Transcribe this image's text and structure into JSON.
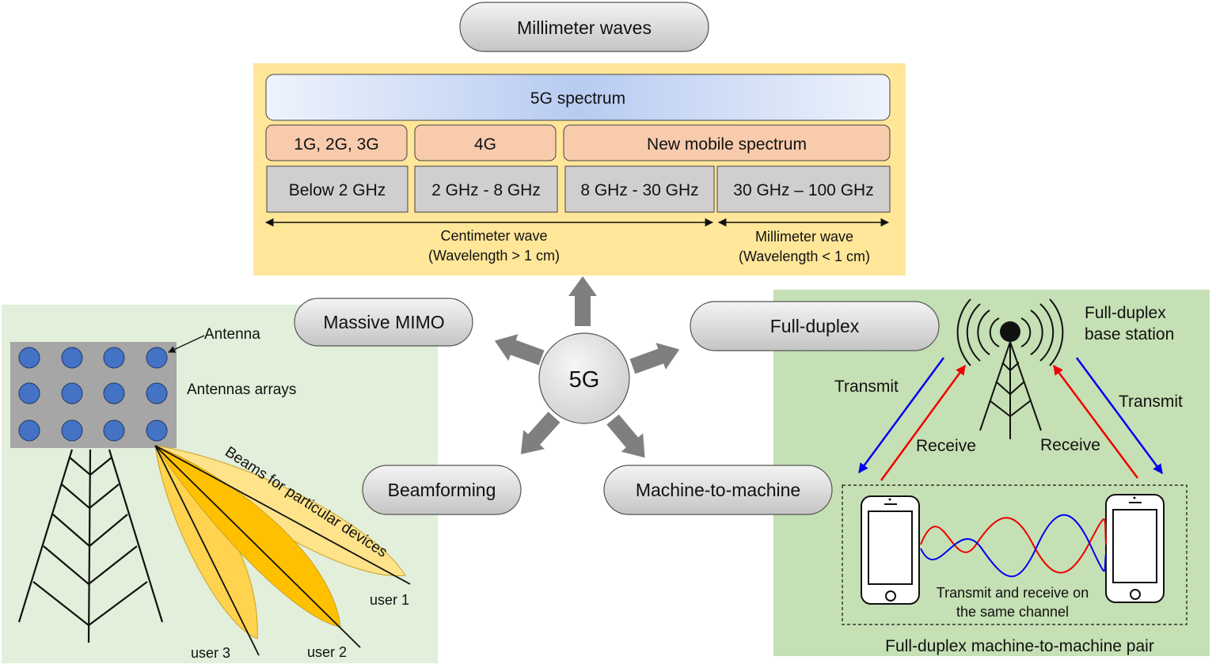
{
  "pills": {
    "mmwave": "Millimeter waves",
    "mimo": "Massive MIMO",
    "fullduplex": "Full-duplex",
    "beamforming": "Beamforming",
    "m2m": "Machine-to-machine"
  },
  "center": {
    "label": "5G"
  },
  "spectrum": {
    "header": "5G spectrum",
    "gens": [
      "1G, 2G, 3G",
      "4G",
      "New mobile spectrum"
    ],
    "bands": [
      "Below 2 GHz",
      "2 GHz - 8 GHz",
      "8 GHz - 30 GHz",
      "30 GHz – 100 GHz"
    ],
    "cm_wave": {
      "line1": "Centimeter wave",
      "line2": "(Wavelength > 1 cm)"
    },
    "mm_wave": {
      "line1": "Millimeter wave",
      "line2": "(Wavelength < 1 cm)"
    }
  },
  "mimo_panel": {
    "antenna_label": "Antenna",
    "arrays_label": "Antennas arrays",
    "beams_label": "Beams for particular devices",
    "users": [
      "user 1",
      "user 2",
      "user 3"
    ]
  },
  "fd_panel": {
    "base_station_line1": "Full-duplex",
    "base_station_line2": "base station",
    "transmit_left": "Transmit",
    "transmit_right": "Transmit",
    "receive_left": "Receive",
    "receive_right": "Receive",
    "channel_line1": "Transmit and receive on",
    "channel_line2": "the same channel",
    "pair_label": "Full-duplex machine-to-machine pair"
  },
  "colors": {
    "spectrum_bg": "#ffe699",
    "gen_fill": "#f8cbad",
    "band_fill": "#d0cece",
    "left_panel_bg": "#e2efda",
    "right_panel_bg": "#c5e0b4",
    "antenna_dot": "#4472c4",
    "beam_light": "#ffd966",
    "beam_dark": "#ffc000",
    "transmit_arrow": "#0000ee",
    "receive_arrow": "#ee0000",
    "hub_arrow": "#7f7f7f"
  }
}
